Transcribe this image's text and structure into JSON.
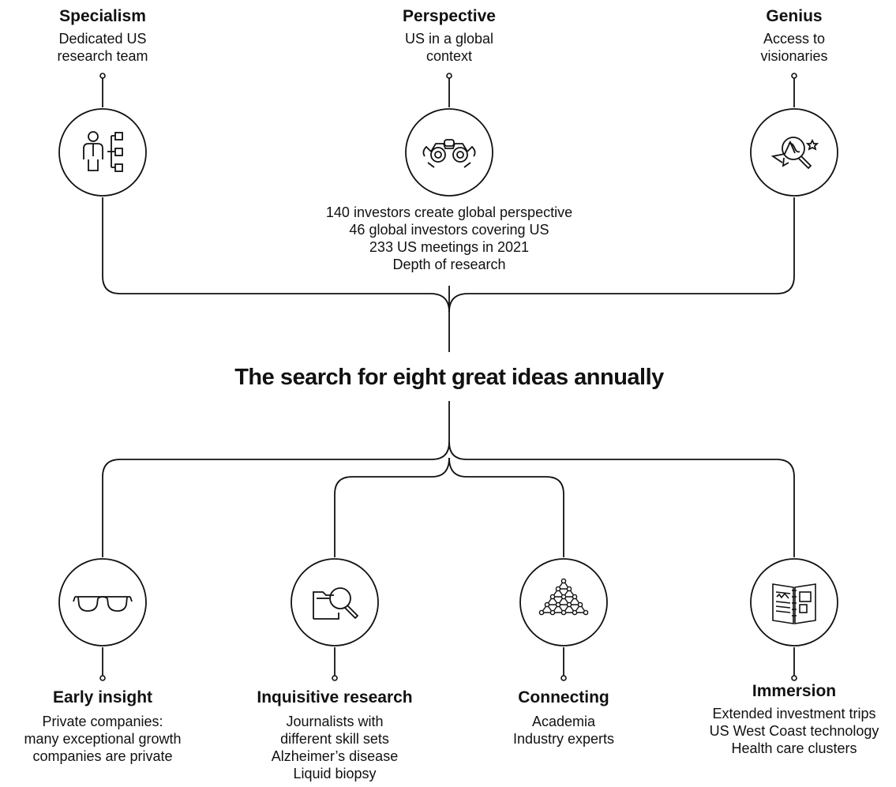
{
  "headline": "The search for eight great ideas annually",
  "top_nodes": [
    {
      "title": "Specialism",
      "desc": [
        "Dedicated US",
        "research team"
      ],
      "icon": "org-chart-person-icon"
    },
    {
      "title": "Perspective",
      "desc": [
        "US in a global",
        "context"
      ],
      "icon": "binoculars-icon"
    },
    {
      "title": "Genius",
      "desc": [
        "Access to",
        "visionaries"
      ],
      "icon": "magnifier-star-icon"
    }
  ],
  "center_stats": [
    "140 investors create global perspective",
    "46 global investors covering US",
    "233 US meetings in 2021",
    "Depth of research"
  ],
  "bottom_nodes": [
    {
      "title": "Early insight",
      "desc": [
        "Private companies:",
        "many exceptional growth",
        "companies are private"
      ],
      "icon": "glasses-icon"
    },
    {
      "title": "Inquisitive research",
      "desc": [
        "Journalists with",
        "different skill sets",
        "Alzheimer’s disease",
        "Liquid biopsy"
      ],
      "icon": "folder-search-icon"
    },
    {
      "title": "Connecting",
      "desc": [
        "Academia",
        "Industry experts"
      ],
      "icon": "network-icon"
    },
    {
      "title": "Immersion",
      "desc": [
        "Extended investment trips",
        "US West Coast technology",
        "Health care clusters"
      ],
      "icon": "notebook-icon"
    }
  ],
  "colors": {
    "line": "#111111",
    "text": "#111111",
    "background": "#ffffff"
  }
}
